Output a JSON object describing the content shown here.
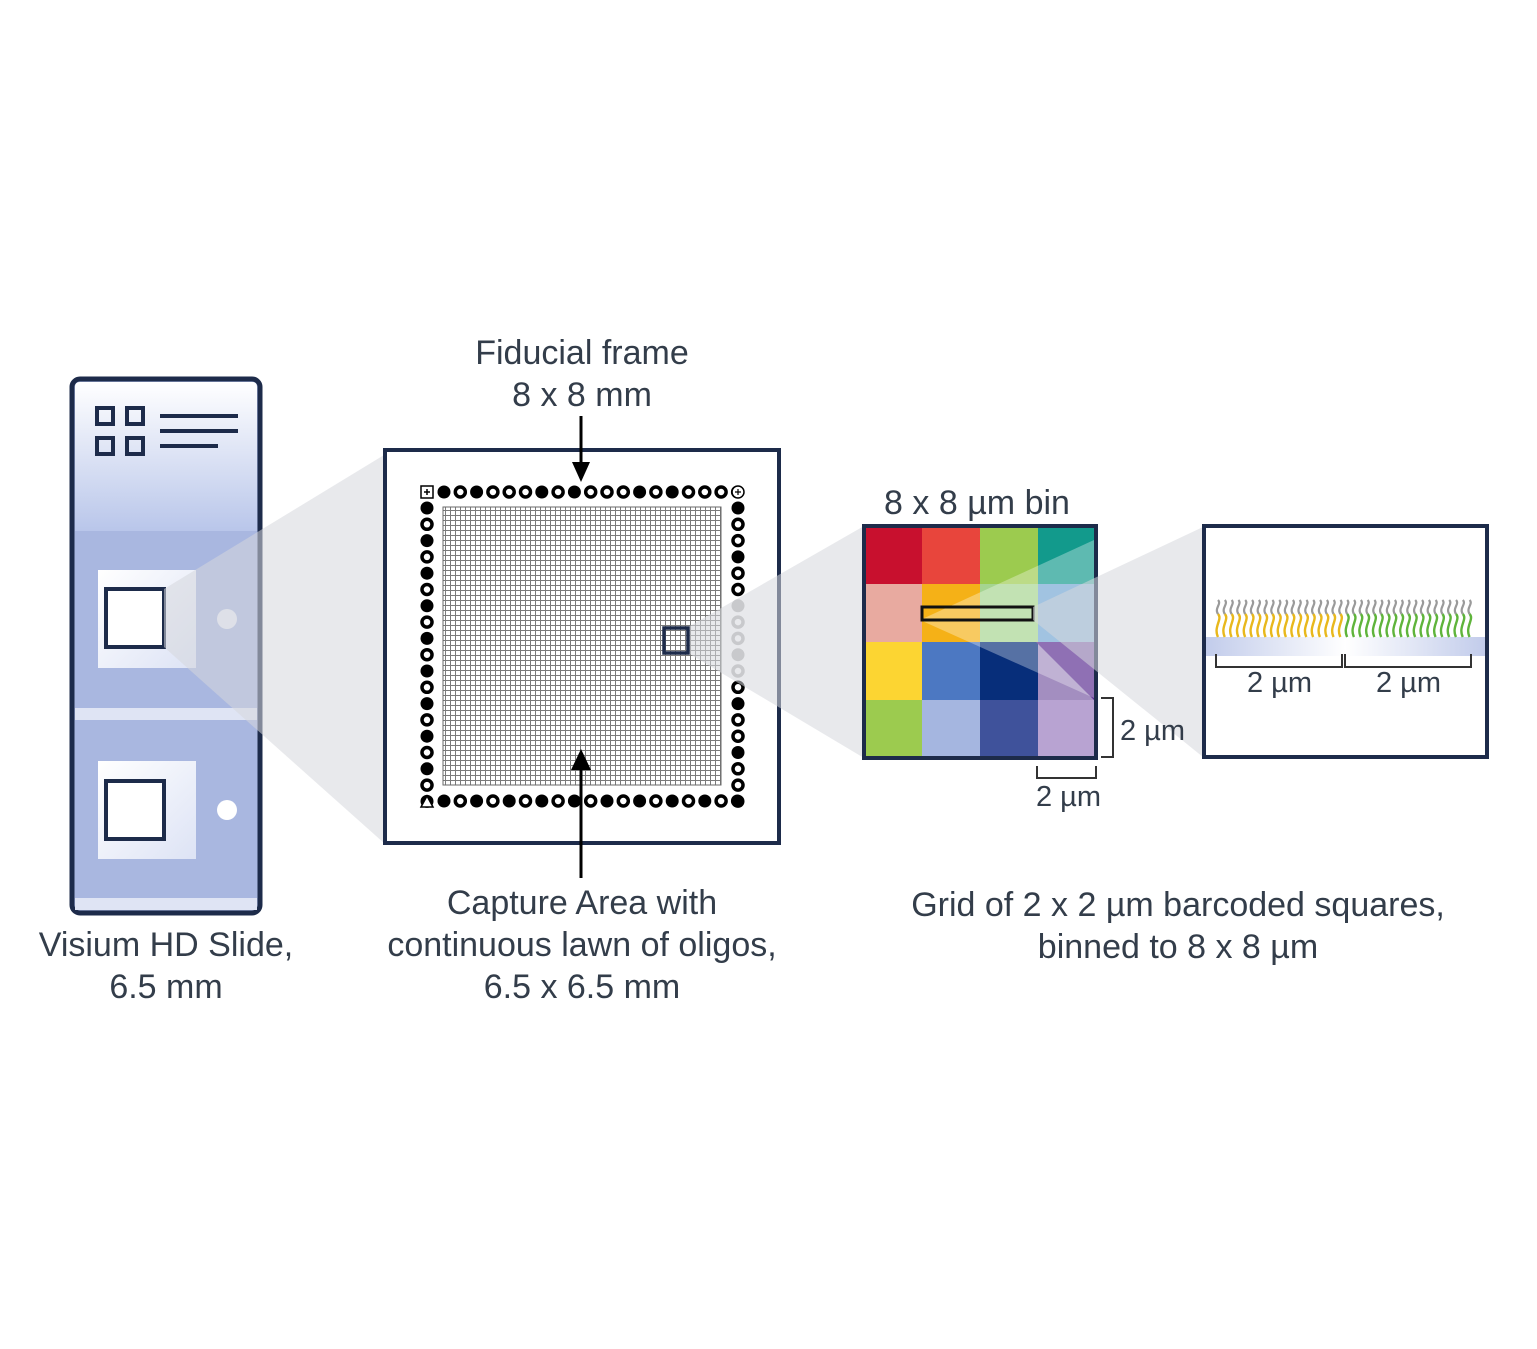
{
  "labels": {
    "slide": [
      "Visium HD Slide,",
      "6.5 mm"
    ],
    "fiducial": [
      "Fiducial frame",
      "8 x 8 mm"
    ],
    "capture": [
      "Capture Area with",
      "continuous lawn of oligos,",
      "6.5 x 6.5 mm"
    ],
    "bin": "8 x 8 µm bin",
    "bin_height": "2 µm",
    "bin_width": "2 µm",
    "detail_left": "2 µm",
    "detail_right": "2 µm",
    "grid": [
      "Grid of 2 x 2 µm barcoded squares,",
      "binned to 8 x 8 µm"
    ]
  },
  "icons": {
    "slide": "visium-hd-slide-icon",
    "label_panel": "slide-label-icon",
    "fiducial_frame": "fiducial-frame-icon",
    "capture_grid": "capture-area-grid-icon",
    "bin_grid": "bin-grid-icon",
    "oligo_detail": "barcoded-oligo-icon"
  },
  "colors": {
    "outline": "#1d2b4a",
    "slide_fill": "#a9b7e0",
    "zoom_cone": "#e6e6e9",
    "text": "#333d4a",
    "bin_cells": [
      [
        "#c8102e",
        "#e8453c",
        "#9ccb4f",
        "#129a8c"
      ],
      [
        "#e8aaa0",
        "#f5b117",
        "#a5d490",
        "#75a7d3"
      ],
      [
        "#fcd532",
        "#4c78c2",
        "#072e7a",
        "#a38ec0"
      ],
      [
        "#9ccb4f",
        "#a5b6e0",
        "#3f529b",
        "#b8a3d2"
      ]
    ],
    "oligo_yellow": "#e8b81c",
    "oligo_green": "#5fb43b",
    "oligo_gray": "#9a9a9a"
  }
}
